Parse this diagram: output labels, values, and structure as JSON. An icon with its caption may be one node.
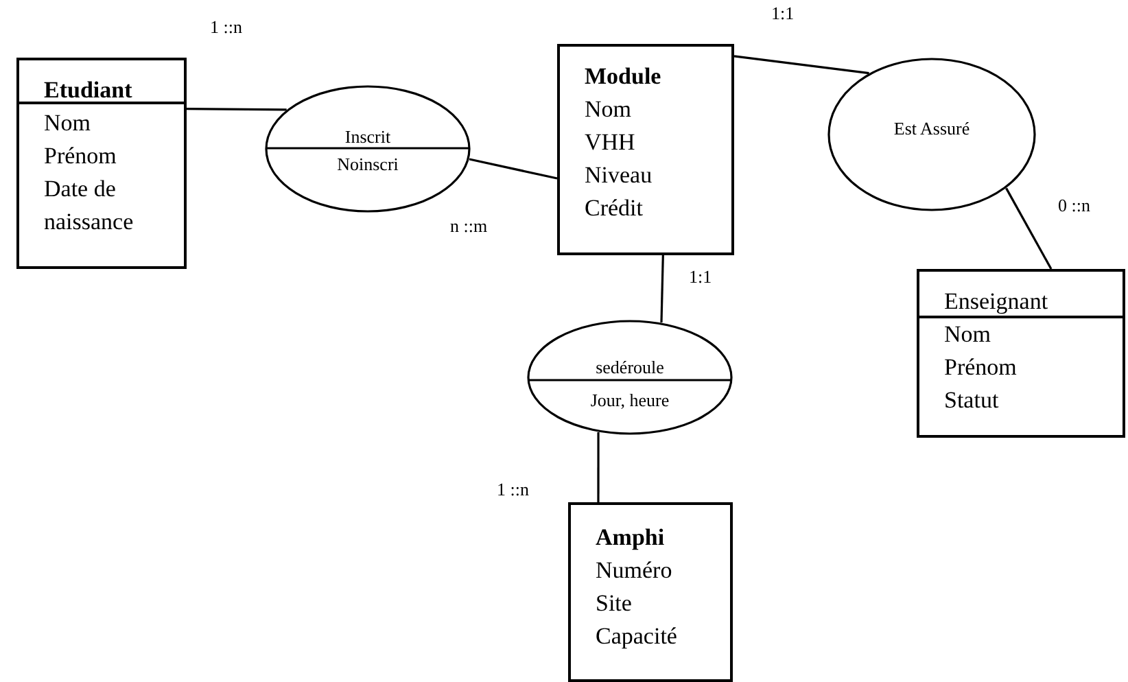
{
  "diagram": {
    "nodes": [
      {
        "text": [
          "Etudiant",
          "Nom",
          "Prénom",
          "Date de naissance"
        ]
      },
      {
        "text": [
          "Inscrit",
          "Noinscri"
        ]
      },
      {
        "text": [
          "Module",
          "Nom",
          "VHH",
          "Niveau",
          "Crédit"
        ]
      },
      {
        "text": [
          "Est Assuré"
        ]
      },
      {
        "text": [
          "Enseignant",
          "Nom",
          "Prénom",
          "Statut"
        ]
      },
      {
        "text": [
          "sedéroule",
          "Jour, heure"
        ]
      },
      {
        "text": [
          "Amphi",
          "Numéro",
          "Site",
          "Capacité"
        ]
      }
    ],
    "edges": [
      {
        "from": 0,
        "to": 1,
        "arrow": "none",
        "label": "1 ::n"
      },
      {
        "from": 1,
        "to": 2,
        "arrow": "none",
        "label": "n ::m"
      },
      {
        "from": 2,
        "to": 3,
        "arrow": "none",
        "label": "1:1"
      },
      {
        "from": 3,
        "to": 4,
        "arrow": "none",
        "label": "0 ::n"
      },
      {
        "from": 2,
        "to": 5,
        "arrow": "none",
        "label": "1:1"
      },
      {
        "from": 5,
        "to": 6,
        "arrow": "none",
        "label": "1 ::n"
      }
    ]
  }
}
